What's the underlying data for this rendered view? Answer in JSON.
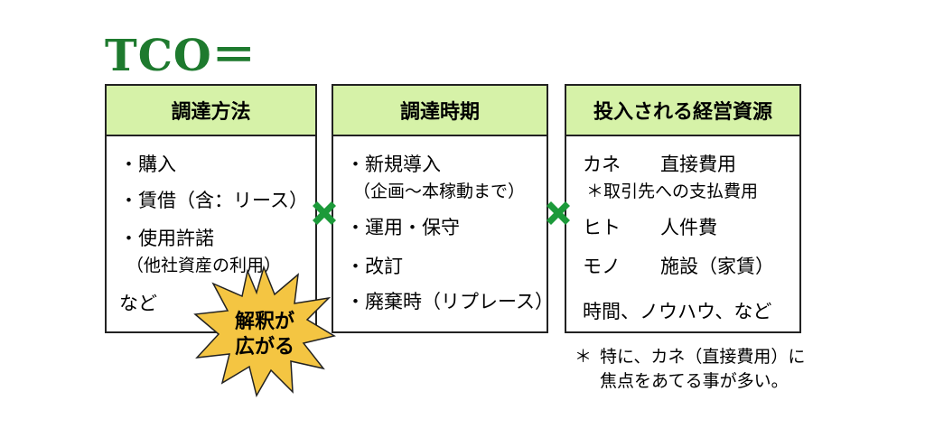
{
  "title": "TCO＝",
  "colors": {
    "title": "#1e7a2e",
    "header_bg": "#d6f2a8",
    "cross": "#1c9a3a",
    "burst": "#f4c542"
  },
  "boxes": [
    {
      "header": "調達方法",
      "items": [
        "・購入",
        "・賃借（含：リース）",
        "・使用許諾",
        "（他社資産の利用）",
        "など"
      ]
    },
    {
      "header": "調達時期",
      "items": [
        "・新規導入",
        "（企画～本稼動まで）",
        "・運用・保守",
        "・改訂",
        "・廃棄時（リプレース）"
      ]
    },
    {
      "header": "投入される経営資源",
      "rows": [
        {
          "label": "カネ",
          "value": "直接費用"
        },
        {
          "note": "＊取引先への支払費用"
        },
        {
          "label": "ヒト",
          "value": "人件費"
        },
        {
          "label": "モノ",
          "value": "施設（家賃）"
        },
        {
          "full": "時間、ノウハウ、など"
        }
      ]
    }
  ],
  "burst": {
    "line1": "解釈が",
    "line2": "広がる"
  },
  "note": {
    "star": "＊",
    "line1": "特に、カネ（直接費用）に",
    "line2": "焦点をあてる事が多い。"
  },
  "icons": {
    "cross": "cross-multiply-icon",
    "burst": "starburst-icon"
  }
}
